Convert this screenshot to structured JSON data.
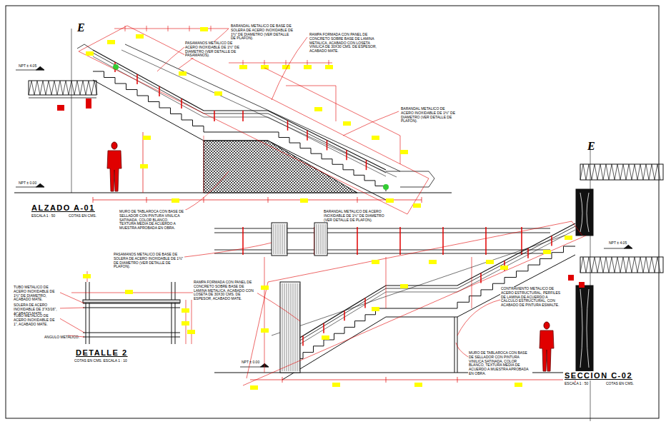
{
  "diagram": {
    "labels": [
      "E",
      "E",
      "ALZADO A-01",
      "ESCALA 1 : 50",
      "COTAS EN CMS.",
      "DETALLE 2",
      "COTAS EN CMS. ESCALA 1 : 10",
      "SECCION C-02",
      "ESCALA 1 : 50",
      "COTAS EN CMS.",
      "NPT ± 4.05",
      "NPT ± 0.00",
      "NPT ± 4.05",
      "NPT ± 0.00",
      "BARANDAL METALICO DE BASE DE SOLERA DE ACERO INOXIDABLE DE 1½\" DE DIAMETRO (VER DETALLE DE PLAFON).",
      "PASAMANOS METALICO DE ACERO INOXIDABLE DE 1½\" DE DIAMETRO (VER DETALLE DE PASAMANOS).",
      "RAMPA FORMADA CON PANEL DE CONCRETO SOBRE BASE DE LAMINA METALICA, ACABADO CON LOSETA VINILICA DE 30X30 CMS. DE ESPESOR, ACABADO MATE.",
      "BARANDAL METALICO DE ACERO INOXIDABLE DE 1½\" DE DIAMETRO (VER DETALLE DE PLAFON).",
      "MURO DE TABLAROCA CON BASE DE SELLADOR CON PINTURA VINILICA SATINADA, COLOR BLANCO, TEXTURA MEDIA DE ACUERDO A MUESTRA APROBADA EN OBRA.",
      "BARANDAL METALICO DE ACERO INOXIDABLE DE 1½\" DE DIAMETRO (VER DETALLE DE PLAFON).",
      "PASAMANOS METALICO DE BASE DE SOLERA DE ACERO INOXIDABLE DE 1½\" DE DIAMETRO (VER DETALLE DE PLAFON).",
      "RAMPA FORMADA CON PANEL DE CONCRETO SOBRE BASE DE LAMINA METALICA, ACABADO CON LOSETA DE 30X30 CMS. DE ESPESOR, ACABADO MATE.",
      "CONTRAVIENTO METALICO DE ACERO ESTRUCTURAL, PERFILES DE LAMINA DE ACUERDO A CALCULO ESTRUCTURAL, CON ACABADO DE PINTURA ESMALTE.",
      "MURO DE TABLAROCA CON BASE DE SELLADOR CON PINTURA VINILICA SATINADA, COLOR BLANCO, TEXTURA MEDIA DE ACUERDO A MUESTRA APROBADA EN OBRA.",
      "TUBO METALICO DE ACERO INOXIDABLE DE 1½\" DE DIAMETRO, ACABADO MATE.",
      "SOLERA DE ACERO INOXIDABLE DE 3\"X3/16\", ACABADO MATE.",
      "TUBO METALICO DE ACERO INOXIDABLE DE 1\", ACABADO MATE.",
      "ANGULO METALICO."
    ]
  }
}
